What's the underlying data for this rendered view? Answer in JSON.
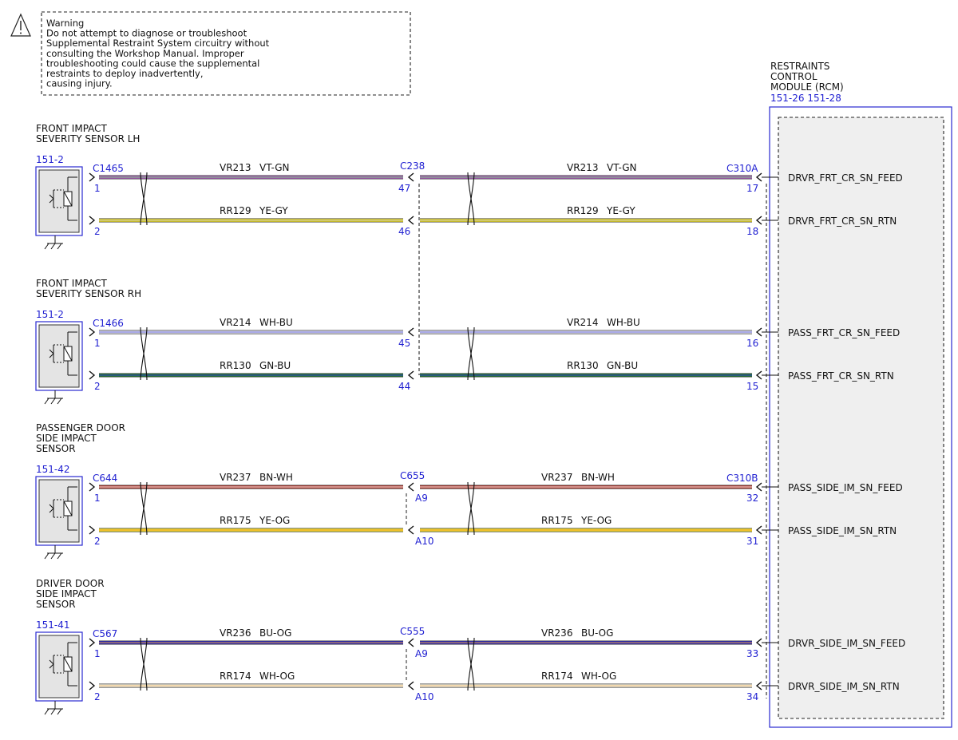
{
  "warning": {
    "lines": [
      "Warning",
      "Do not attempt to diagnose or troubleshoot",
      "Supplemental Restraint System circuitry without",
      "consulting the Workshop Manual. Improper",
      "troubleshooting could cause the supplemental",
      "restraints to deploy inadvertently,",
      "causing injury."
    ]
  },
  "rcm": {
    "title_lines": [
      "RESTRAINTS",
      "CONTROL",
      "MODULE (RCM)"
    ],
    "refs": "151-26  151-28"
  },
  "sensors": [
    {
      "title_lines": [
        "FRONT IMPACT",
        "SEVERITY SENSOR LH"
      ],
      "ref": "151-2",
      "connector": "C1465",
      "mid_connector": "C238",
      "rcm_connector": "C310A",
      "wires": [
        {
          "circuit": "VR213",
          "color": "VT-GN",
          "pin_left": "1",
          "pin_mid": "47",
          "pin_rcm": "17",
          "signal": "DRVR_FRT_CR_SN_FEED",
          "main": "#b05cc0",
          "stripe": "#6fbf73"
        },
        {
          "circuit": "RR129",
          "color": "YE-GY",
          "pin_left": "2",
          "pin_mid": "46",
          "pin_rcm": "18",
          "signal": "DRVR_FRT_CR_SN_RTN",
          "main": "#f2e22a",
          "stripe": "#b0b0b0"
        }
      ]
    },
    {
      "title_lines": [
        "FRONT IMPACT",
        "SEVERITY SENSOR RH"
      ],
      "ref": "151-2",
      "connector": "C1466",
      "mid_connector": "",
      "rcm_connector": "",
      "wires": [
        {
          "circuit": "VR214",
          "color": "WH-BU",
          "pin_left": "1",
          "pin_mid": "45",
          "pin_rcm": "16",
          "signal": "PASS_FRT_CR_SN_FEED",
          "main": "#e8e8f4",
          "stripe": "#6c6cd8"
        },
        {
          "circuit": "RR130",
          "color": "GN-BU",
          "pin_left": "2",
          "pin_mid": "44",
          "pin_rcm": "15",
          "signal": "PASS_FRT_CR_SN_RTN",
          "main": "#1e7a2e",
          "stripe": "#3a3ad0"
        }
      ]
    },
    {
      "title_lines": [
        "PASSENGER DOOR",
        "SIDE IMPACT",
        "SENSOR"
      ],
      "ref": "151-42",
      "connector": "C644",
      "mid_connector": "C655",
      "rcm_connector": "C310B",
      "wires": [
        {
          "circuit": "VR237",
          "color": "BN-WH",
          "pin_left": "1",
          "pin_mid": "A9",
          "pin_rcm": "32",
          "signal": "PASS_SIDE_IM_SN_FEED",
          "main": "#b8362a",
          "stripe": "#f2f2f2"
        },
        {
          "circuit": "RR175",
          "color": "YE-OG",
          "pin_left": "2",
          "pin_mid": "A10",
          "pin_rcm": "31",
          "signal": "PASS_SIDE_IM_SN_RTN",
          "main": "#f2e22a",
          "stripe": "#f0a030"
        }
      ]
    },
    {
      "title_lines": [
        "DRIVER DOOR",
        "SIDE IMPACT",
        "SENSOR"
      ],
      "ref": "151-41",
      "connector": "C567",
      "mid_connector": "C555",
      "rcm_connector": "",
      "wires": [
        {
          "circuit": "VR236",
          "color": "BU-OG",
          "pin_left": "1",
          "pin_mid": "A9",
          "pin_rcm": "33",
          "signal": "DRVR_SIDE_IM_SN_FEED",
          "main": "#2b2bc8",
          "stripe": "#f0a030"
        },
        {
          "circuit": "RR174",
          "color": "WH-OG",
          "pin_left": "2",
          "pin_mid": "A10",
          "pin_rcm": "34",
          "signal": "DRVR_SIDE_IM_SN_RTN",
          "main": "#f4f0dc",
          "stripe": "#f0c080"
        }
      ]
    }
  ]
}
